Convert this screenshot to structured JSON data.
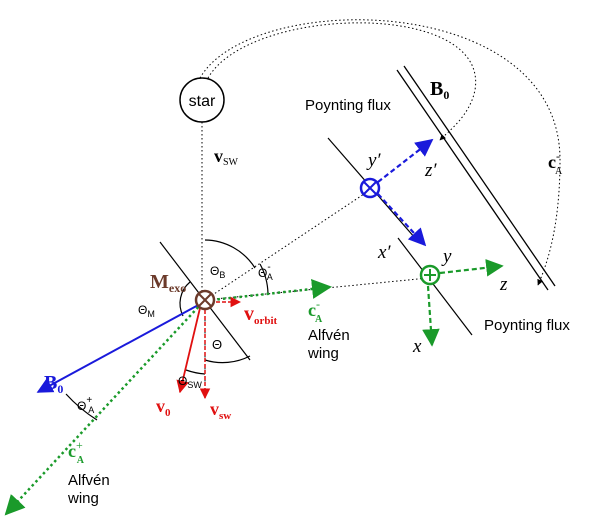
{
  "labels": {
    "star": "star",
    "b0_top": "B",
    "b0_top_sub": "0",
    "poynting_flux_top": "Poynting flux",
    "poynting_flux_bottom": "Poynting flux",
    "v_sw": "v",
    "v_sw_sub": "SW",
    "c_a_minus_right": "c",
    "c_a_minus_right_sub": "A",
    "c_a_minus_right_sup": "-",
    "y_prime": "y′",
    "z_prime": "z′",
    "x_prime": "x′",
    "y": "y",
    "z": "z",
    "x": "x",
    "m_exo": "M",
    "m_exo_sub": "exo",
    "theta_b": "Θ",
    "theta_b_sub": "B",
    "theta_a_minus": "Θ",
    "theta_a_minus_sub": "A",
    "theta_a_minus_sup": "-",
    "theta_m": "Θ",
    "theta_m_sub": "M",
    "theta": "Θ",
    "theta_sw": "Θ",
    "theta_sw_sub": "SW",
    "theta_a_plus": "Θ",
    "theta_a_plus_sub": "A",
    "theta_a_plus_sup": "+",
    "v_orbit": "v",
    "v_orbit_sub": "orbit",
    "c_a_minus_green": "c",
    "c_a_minus_green_sub": "A",
    "c_a_minus_green_sup": "-",
    "alfven_wing_right_1": "Alfvén",
    "alfven_wing_right_2": "wing",
    "b0_blue": "B",
    "b0_blue_sub": "0",
    "v0": "v",
    "v0_sub": "0",
    "v_sw_red": "v",
    "v_sw_red_sub": "sw",
    "c_a_plus": "c",
    "c_a_plus_sub": "A",
    "c_a_plus_sup": "+",
    "alfven_wing_left_1": "Alfvén",
    "alfven_wing_left_2": "wing"
  },
  "colors": {
    "black": "#000000",
    "blue": "#1a1adb",
    "red": "#e01010",
    "green": "#1a9a2a",
    "brown": "#6b3a2a"
  }
}
